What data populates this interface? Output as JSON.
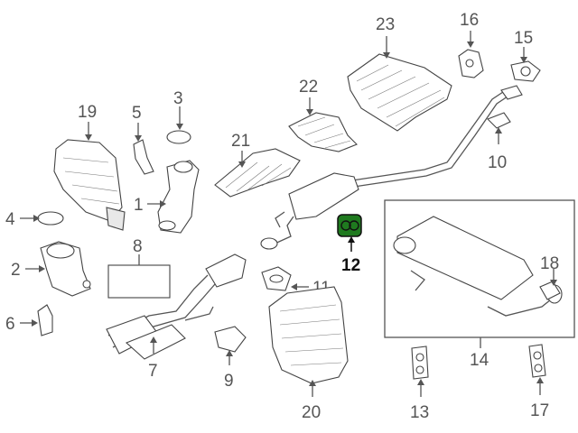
{
  "callouts": [
    {
      "id": "1",
      "label": "1"
    },
    {
      "id": "2",
      "label": "2"
    },
    {
      "id": "3",
      "label": "3"
    },
    {
      "id": "4",
      "label": "4"
    },
    {
      "id": "5",
      "label": "5"
    },
    {
      "id": "6",
      "label": "6"
    },
    {
      "id": "7",
      "label": "7"
    },
    {
      "id": "8",
      "label": "8"
    },
    {
      "id": "9",
      "label": "9"
    },
    {
      "id": "10",
      "label": "10"
    },
    {
      "id": "11",
      "label": "11"
    },
    {
      "id": "12",
      "label": "12"
    },
    {
      "id": "13",
      "label": "13"
    },
    {
      "id": "14",
      "label": "14"
    },
    {
      "id": "15",
      "label": "15"
    },
    {
      "id": "16",
      "label": "16"
    },
    {
      "id": "17",
      "label": "17"
    },
    {
      "id": "18",
      "label": "18"
    },
    {
      "id": "19",
      "label": "19"
    },
    {
      "id": "20",
      "label": "20"
    },
    {
      "id": "21",
      "label": "21"
    },
    {
      "id": "22",
      "label": "22"
    },
    {
      "id": "23",
      "label": "23"
    }
  ],
  "highlighted_part": "12",
  "colors": {
    "highlight_fill": "#1f7a1f",
    "line": "#555555",
    "label": "#555555",
    "highlight_label": "#111111"
  }
}
